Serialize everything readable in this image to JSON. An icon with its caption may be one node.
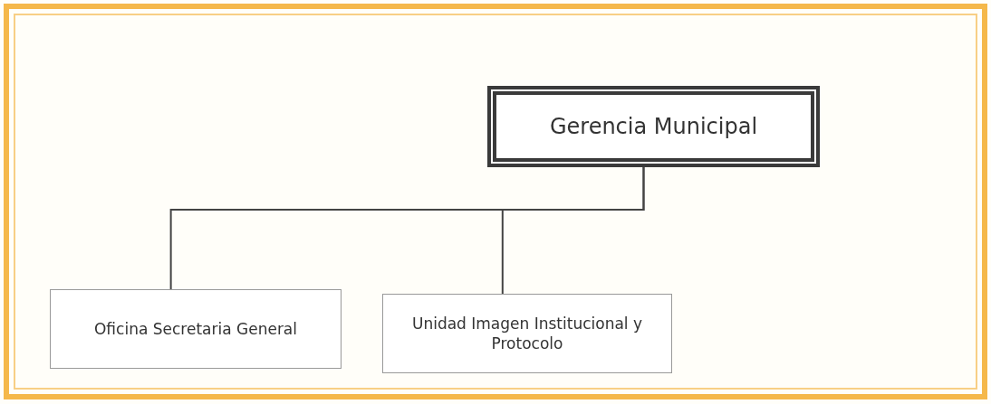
{
  "diagram": {
    "nodes": [
      {
        "text": [
          "Gerencia Municipal"
        ]
      },
      {
        "text": [
          "Oficina Secretaria General"
        ]
      },
      {
        "text": [
          "Unidad Imagen Institucional y Protocolo"
        ]
      }
    ],
    "edges": [
      {
        "from": 0,
        "to": 1,
        "arrow": "none"
      },
      {
        "from": 0,
        "to": 2,
        "arrow": "none"
      }
    ]
  }
}
